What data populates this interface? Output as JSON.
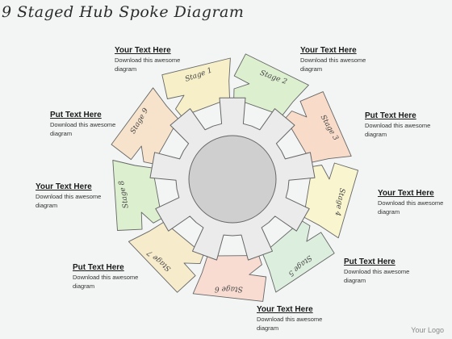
{
  "title": "9 Staged Hub Spoke Diagram",
  "stages": [
    {
      "label": "Stage 1",
      "color": "#f6efc8"
    },
    {
      "label": "Stage 2",
      "color": "#dcefcf"
    },
    {
      "label": "Stage 3",
      "color": "#f8dcc9"
    },
    {
      "label": "Stage 4",
      "color": "#f8f5cf"
    },
    {
      "label": "Stage 5",
      "color": "#dceedd"
    },
    {
      "label": "Stage 6",
      "color": "#f8dcd2"
    },
    {
      "label": "Stage 7",
      "color": "#f6ebcb"
    },
    {
      "label": "Stage 8",
      "color": "#dcefcf"
    },
    {
      "label": "Stage 9",
      "color": "#f7e3cb"
    }
  ],
  "callouts": [
    {
      "title": "Your Text Here",
      "body": "Download this awesome diagram"
    },
    {
      "title": "Your Text Here",
      "body": "Download this awesome diagram"
    },
    {
      "title": "Put Text Here",
      "body": "Download this awesome diagram"
    },
    {
      "title": "Put Text Here",
      "body": "Download this awesome diagram"
    },
    {
      "title": "Your Text Here",
      "body": "Download this awesome diagram"
    },
    {
      "title": "Your Text Here",
      "body": "Download this awesome diagram"
    },
    {
      "title": "Put Text Here",
      "body": "Download this awesome diagram"
    },
    {
      "title": "Put Text Here",
      "body": "Download this awesome diagram"
    },
    {
      "title": "Your Text Here",
      "body": "Download this awesome diagram"
    }
  ],
  "logo_text": "Your Logo",
  "colors": {
    "gear": "#ebebeb",
    "hub": "#cfcfcf",
    "outline": "#666666"
  }
}
